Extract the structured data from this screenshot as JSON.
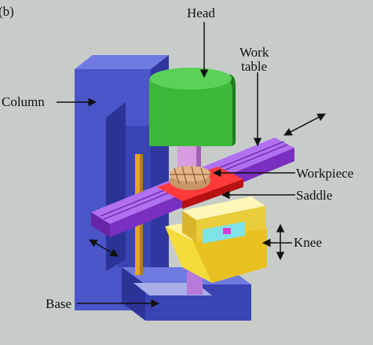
{
  "figure": {
    "panel_label": "(b)",
    "colors": {
      "background": "#c7ccc9",
      "column": "#4a55c8",
      "head": "#3bb83a",
      "spindle": "#d79be0",
      "work_table": "#9a3ee0",
      "workpiece": "#e02020",
      "saddle": "#f2e14a",
      "knee": "#f5dc3a",
      "base": "#4a55c8",
      "cutter": "#c9966a"
    },
    "labels": {
      "head": "Head",
      "work_table_line1": "Work",
      "work_table_line2": "table",
      "column": "Column",
      "workpiece": "Workpiece",
      "saddle": "Saddle",
      "knee": "Knee",
      "base": "Base"
    }
  }
}
